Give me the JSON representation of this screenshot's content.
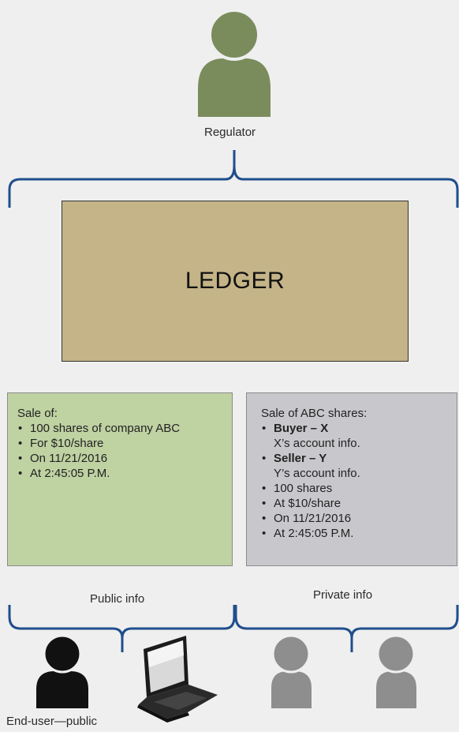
{
  "regulator": {
    "label": "Regulator"
  },
  "ledger": {
    "label": "LEDGER"
  },
  "public_box": {
    "heading": "Sale of:",
    "items": [
      "100 shares of company ABC",
      "For $10/share",
      "On 11/21/2016",
      "At 2:45:05 P.M."
    ]
  },
  "private_box": {
    "heading": "Sale of ABC shares:",
    "items": [
      {
        "text": "Buyer – X",
        "bold": true,
        "sub": "X’s account info."
      },
      {
        "text": "Seller – Y",
        "bold": true,
        "sub": "Y’s account info."
      },
      {
        "text": "100 shares"
      },
      {
        "text": "At $10/share"
      },
      {
        "text": "On 11/21/2016"
      },
      {
        "text": "At 2:45:05 P.M."
      }
    ]
  },
  "public_info": {
    "label": "Public info"
  },
  "private_info": {
    "label": "Private info"
  },
  "end_user": {
    "label": "End-user—public"
  },
  "colors": {
    "regulator": "#7a8c5c",
    "ledger": "#c4b487",
    "public_box": "#bfd2a2",
    "private_box": "#c8c8cc",
    "brace": "#1f4e8c",
    "end_user": "#111111",
    "private_users": "#8e8e8e"
  },
  "icons": [
    "regulator-person-icon",
    "end-user-person-icon",
    "laptop-icon",
    "private-user-1-icon",
    "private-user-2-icon"
  ]
}
